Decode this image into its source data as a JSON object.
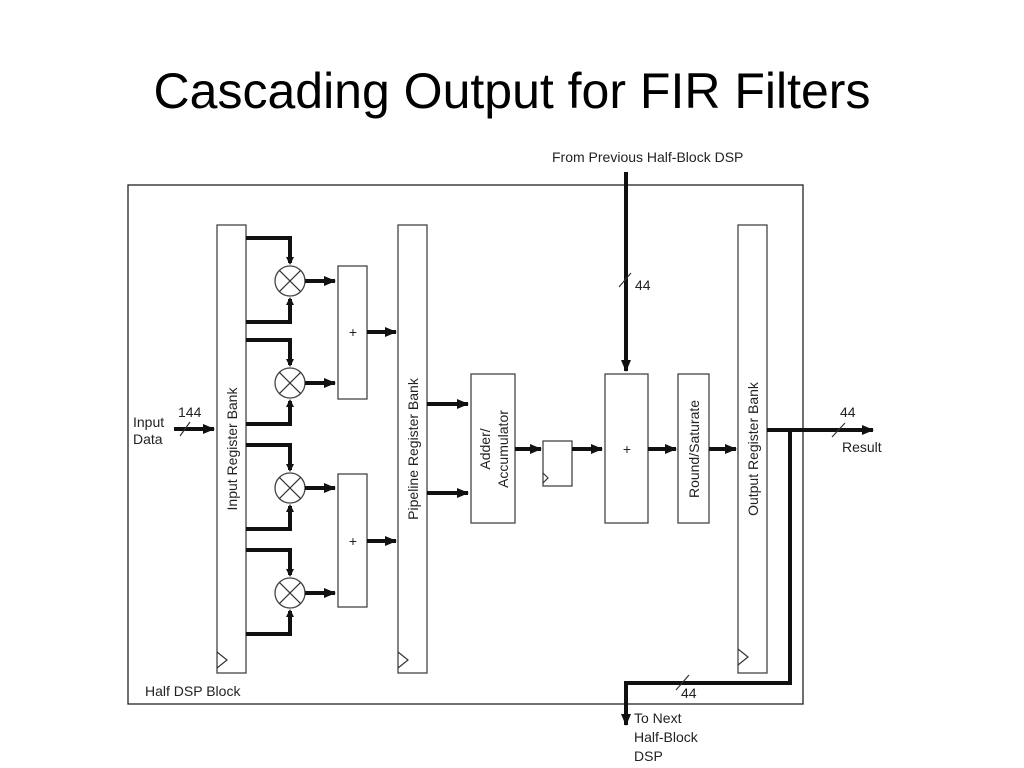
{
  "slide": {
    "title": "Cascading Output for FIR Filters"
  },
  "diagram": {
    "container_label": "Half DSP Block",
    "blocks": {
      "input_register_bank": "Input Register Bank",
      "pipeline_register_bank": "Pipeline Register Bank",
      "adder_accumulator_line1": "Adder/",
      "adder_accumulator_line2": "Accumulator",
      "round_saturate": "Round/Saturate",
      "output_register_bank": "Output Register Bank",
      "adder_symbol": "+"
    },
    "inputs": {
      "input_data_line1": "Input",
      "input_data_line2": "Data",
      "input_width": "144",
      "cascade_in_label": "From Previous Half-Block DSP",
      "cascade_in_width": "44"
    },
    "outputs": {
      "result_label": "Result",
      "result_width": "44",
      "cascade_out_line1": "To Next",
      "cascade_out_line2": "Half-Block",
      "cascade_out_line3": "DSP",
      "cascade_out_width": "44"
    }
  }
}
